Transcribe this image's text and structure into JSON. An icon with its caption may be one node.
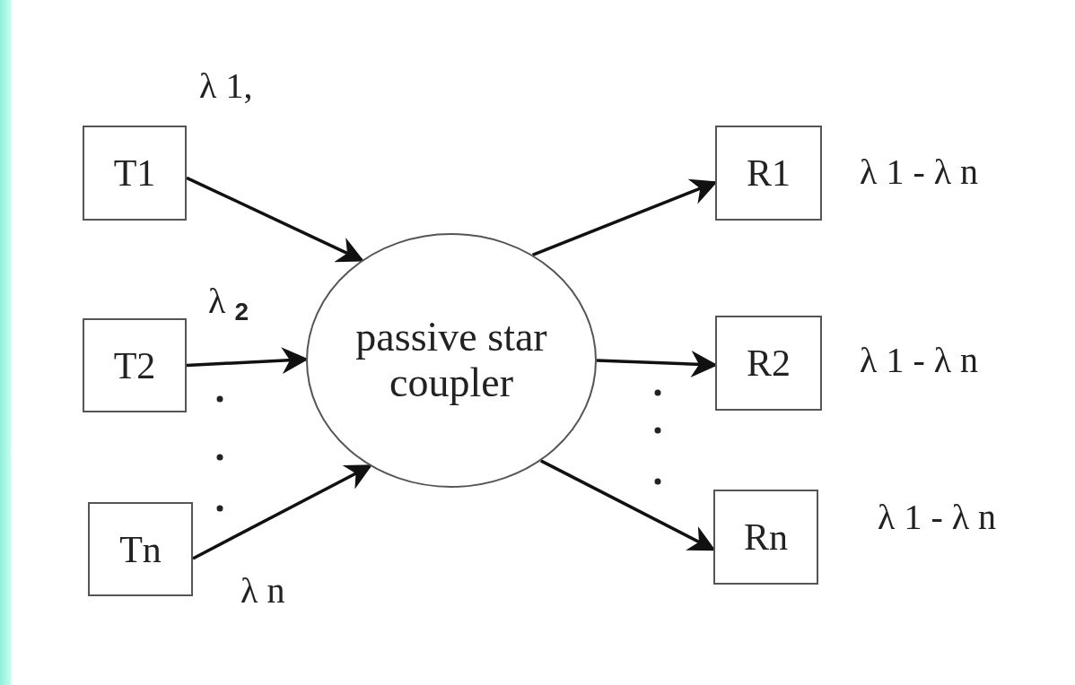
{
  "diagram": {
    "nodes": [
      {
        "text": [
          "T1"
        ],
        "beside": [
          "λ 1,"
        ]
      },
      {
        "text": [
          "T2"
        ],
        "beside": [
          "λ $_{2}$"
        ]
      },
      {
        "text": [
          "Tn"
        ],
        "beside": [
          "λ n"
        ]
      },
      {
        "text": [
          "passive star coupler"
        ]
      },
      {
        "text": [
          "R1"
        ],
        "beside": [
          "λ 1 - λ n"
        ]
      },
      {
        "text": [
          "R2"
        ],
        "beside": [
          "λ 1 - λ n"
        ]
      },
      {
        "text": [
          "Rn"
        ],
        "beside": [
          "λ 1 - λ n"
        ]
      }
    ],
    "edges": [
      {
        "from": 0,
        "to": 3,
        "arrow": "to"
      },
      {
        "from": 1,
        "to": 3,
        "arrow": "to"
      },
      {
        "from": 2,
        "to": 3,
        "arrow": "to"
      },
      {
        "from": 3,
        "to": 4,
        "arrow": "to"
      },
      {
        "from": 3,
        "to": 5,
        "arrow": "to"
      },
      {
        "from": 3,
        "to": 6,
        "arrow": "to"
      }
    ]
  }
}
